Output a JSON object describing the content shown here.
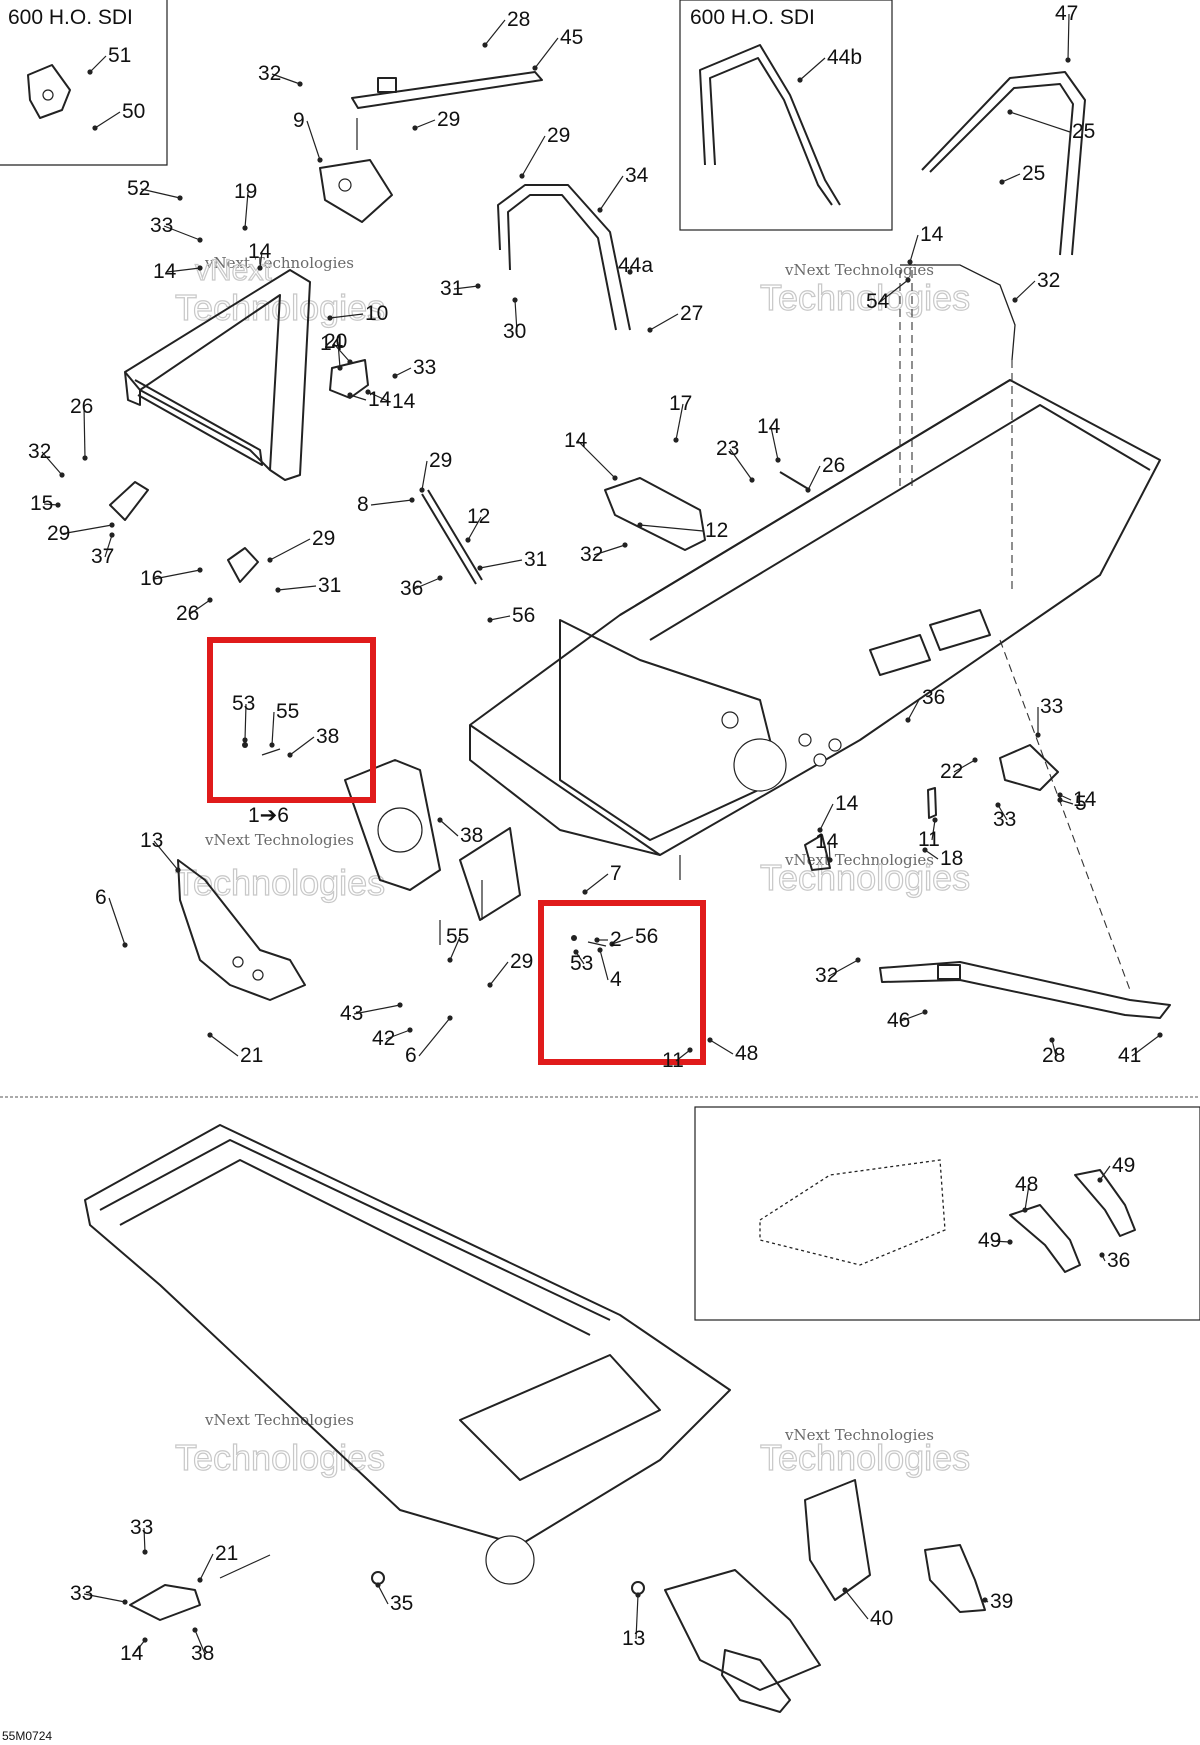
{
  "insets": {
    "top_left_title": "600 H.O. SDI",
    "top_mid_title": "600 H.O. SDI"
  },
  "watermark": {
    "company": "vNext Technologies",
    "large": "Technologies",
    "small": "vNext"
  },
  "diagram_code": "55M0724",
  "arrow_note": "1➔6",
  "colors": {
    "highlight": "#e01b1b",
    "line": "#222222"
  },
  "callouts": [
    "51",
    "50",
    "28",
    "45",
    "32",
    "29",
    "9",
    "44b",
    "47",
    "25",
    "25",
    "52",
    "19",
    "33",
    "14",
    "14",
    "10",
    "29",
    "34",
    "44a",
    "31",
    "30",
    "27",
    "14",
    "33",
    "20",
    "14",
    "14",
    "54",
    "14",
    "32",
    "26",
    "32",
    "15",
    "29",
    "37",
    "17",
    "14",
    "23",
    "14",
    "26",
    "29",
    "8",
    "12",
    "12",
    "32",
    "29",
    "16",
    "26",
    "31",
    "31",
    "36",
    "56",
    "53",
    "55",
    "38",
    "36",
    "33",
    "22",
    "14",
    "33",
    "5",
    "13",
    "38",
    "14",
    "7",
    "11",
    "18",
    "6",
    "14",
    "2",
    "55",
    "56",
    "53",
    "4",
    "29",
    "32",
    "46",
    "28",
    "41",
    "43",
    "42",
    "6",
    "21",
    "11",
    "48",
    "48",
    "49",
    "49",
    "36",
    "33",
    "21",
    "33",
    "14",
    "38",
    "35",
    "13",
    "40",
    "39"
  ]
}
